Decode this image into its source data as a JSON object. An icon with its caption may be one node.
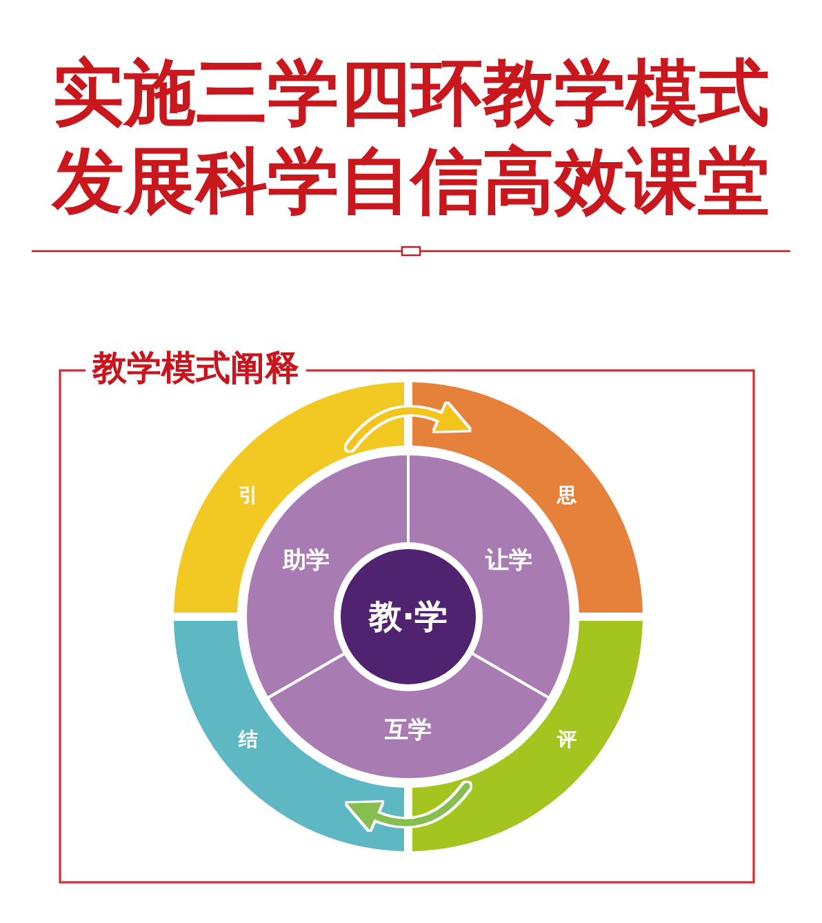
{
  "diagram": {
    "title": "实施三学四环教学模式发展科学自信高效课堂",
    "nodes": [
      {
        "text": [
          "教学模式阐释"
        ]
      },
      {
        "text": [
          "引"
        ],
        "in": 0
      },
      {
        "text": [
          "思"
        ],
        "in": 0
      },
      {
        "text": [
          "评"
        ],
        "in": 0
      },
      {
        "text": [
          "结"
        ],
        "in": 0
      },
      {
        "text": [
          "助学"
        ],
        "in": 0
      },
      {
        "text": [
          "让学"
        ],
        "in": 0
      },
      {
        "text": [
          "互学"
        ],
        "in": 0
      },
      {
        "text": [
          "教·学"
        ],
        "in": 0
      }
    ],
    "edges": [
      {
        "from": 1,
        "to": 2,
        "arrow": "to",
        "color": "#f3c51f"
      },
      {
        "from": 3,
        "to": 4,
        "arrow": "to",
        "color": "#86bf4f"
      }
    ]
  }
}
